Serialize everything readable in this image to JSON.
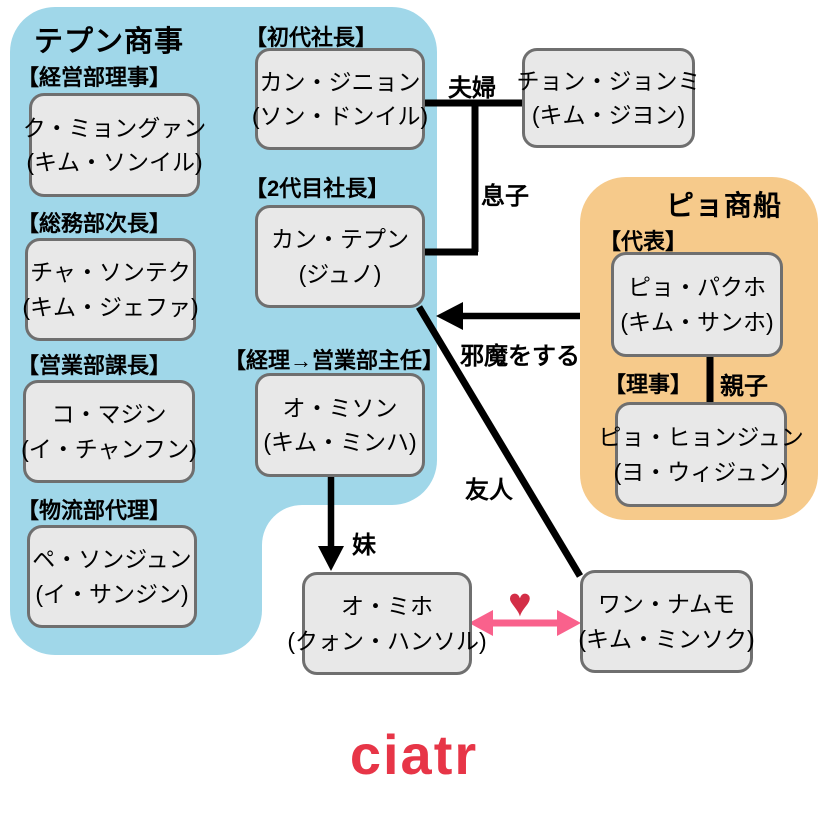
{
  "groups": {
    "tepun": {
      "title": "テプン商事"
    },
    "pyo": {
      "title": "ピョ商船"
    }
  },
  "people": [
    {
      "role": "【経営部理事】",
      "name": "ク・ミョングァン",
      "actor": "(キム・ソンイル)"
    },
    {
      "role": "【総務部次長】",
      "name": "チャ・ソンテク",
      "actor": "(キム・ジェファ)"
    },
    {
      "role": "【営業部課長】",
      "name": "コ・マジン",
      "actor": "(イ・チャンフン)"
    },
    {
      "role": "【物流部代理】",
      "name": "ペ・ソンジュン",
      "actor": "(イ・サンジン)"
    },
    {
      "role": "【初代社長】",
      "name": "カン・ジニョン",
      "actor": "(ソン・ドンイル)"
    },
    {
      "role": "【2代目社長】",
      "name": "カン・テプン",
      "actor": "(ジュノ)"
    },
    {
      "role": "【経理→営業部主任】",
      "name": "オ・ミソン",
      "actor": "(キム・ミンハ)"
    },
    {
      "role": "",
      "name": "チョン・ジョンミ",
      "actor": "(キム・ジヨン)"
    },
    {
      "role": "【代表】",
      "name": "ピョ・パクホ",
      "actor": "(キム・サンホ)"
    },
    {
      "role": "【理事】",
      "name": "ピョ・ヒョンジュン",
      "actor": "(ヨ・ウィジュン)"
    },
    {
      "role": "",
      "name": "オ・ミホ",
      "actor": "(クォン・ハンソル)"
    },
    {
      "role": "",
      "name": "ワン・ナムモ",
      "actor": "(キム・ミンソク)"
    }
  ],
  "relations": {
    "spouse": "夫婦",
    "son": "息子",
    "sister": "妹",
    "parent_child": "親子",
    "friend": "友人",
    "interfere": "邪魔をする"
  },
  "icons": {
    "heart": "♥"
  },
  "colors": {
    "blue_region": "#a0d7e9",
    "orange_region": "#f6ca8b",
    "box_bg": "#e8e8e8",
    "box_border": "#6f6f6f",
    "line": "#000000",
    "love_arrow": "#f9618c",
    "heart": "#d32e47",
    "logo": "#e73547"
  },
  "logo": {
    "text": "ciatr"
  }
}
